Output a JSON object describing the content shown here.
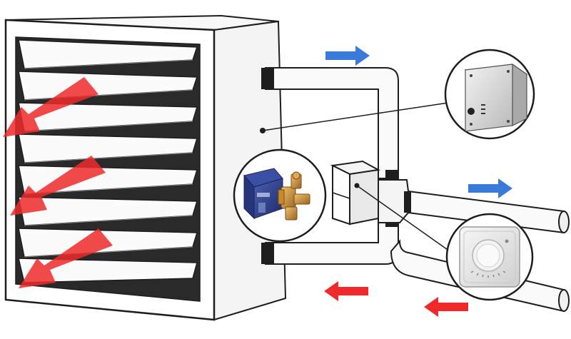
{
  "diagram": {
    "components": [
      {
        "id": "unit-heater",
        "icon": "louvered-unit-heater"
      },
      {
        "id": "three-way-valve",
        "icon": "motorized-valve"
      },
      {
        "id": "control-box",
        "icon": "control-panel-box"
      },
      {
        "id": "room-thermostat",
        "icon": "room-thermostat"
      }
    ],
    "arrows": [
      {
        "id": "air-out-1",
        "meaning": "warm-air-outflow",
        "color": "#ef2a2a"
      },
      {
        "id": "air-out-2",
        "meaning": "warm-air-outflow",
        "color": "#ef2a2a"
      },
      {
        "id": "air-out-3",
        "meaning": "warm-air-outflow",
        "color": "#ef2a2a"
      },
      {
        "id": "flow-top-1",
        "meaning": "cold-flow",
        "color": "#3a7ad8"
      },
      {
        "id": "flow-top-2",
        "meaning": "cold-flow",
        "color": "#3a7ad8"
      },
      {
        "id": "flow-bottom-1",
        "meaning": "hot-flow",
        "color": "#ef2a2a"
      },
      {
        "id": "flow-bottom-2",
        "meaning": "hot-flow",
        "color": "#ef2a2a"
      }
    ],
    "colors": {
      "outline": "#1e1e1e",
      "heat_arrow": "#ef2a2a",
      "cold_arrow": "#3a7ad8",
      "metal_light": "#e3e3e3",
      "metal_dark": "#9a9a9a",
      "valve_blue": "#2e3f8f",
      "brass": "#c9892d"
    }
  }
}
